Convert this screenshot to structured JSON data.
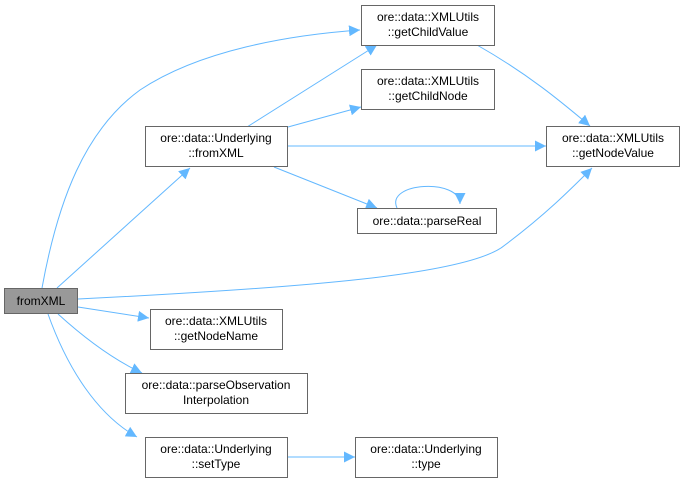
{
  "graph": {
    "edge_color": "#63b8ff",
    "nodes": {
      "root": {
        "line1": "fromXML"
      },
      "underlying_fromxml": {
        "line1": "ore::data::Underlying",
        "line2": "::fromXML"
      },
      "getchildvalue": {
        "line1": "ore::data::XMLUtils",
        "line2": "::getChildValue"
      },
      "getchildnode": {
        "line1": "ore::data::XMLUtils",
        "line2": "::getChildNode"
      },
      "getnodevalue": {
        "line1": "ore::data::XMLUtils",
        "line2": "::getNodeValue"
      },
      "parsereal": {
        "line1": "ore::data::parseReal"
      },
      "getnodename": {
        "line1": "ore::data::XMLUtils",
        "line2": "::getNodeName"
      },
      "parseobs": {
        "line1": "ore::data::parseObservation",
        "line2": "Interpolation"
      },
      "settype": {
        "line1": "ore::data::Underlying",
        "line2": "::setType"
      },
      "type": {
        "line1": "ore::data::Underlying",
        "line2": "::type"
      }
    }
  }
}
